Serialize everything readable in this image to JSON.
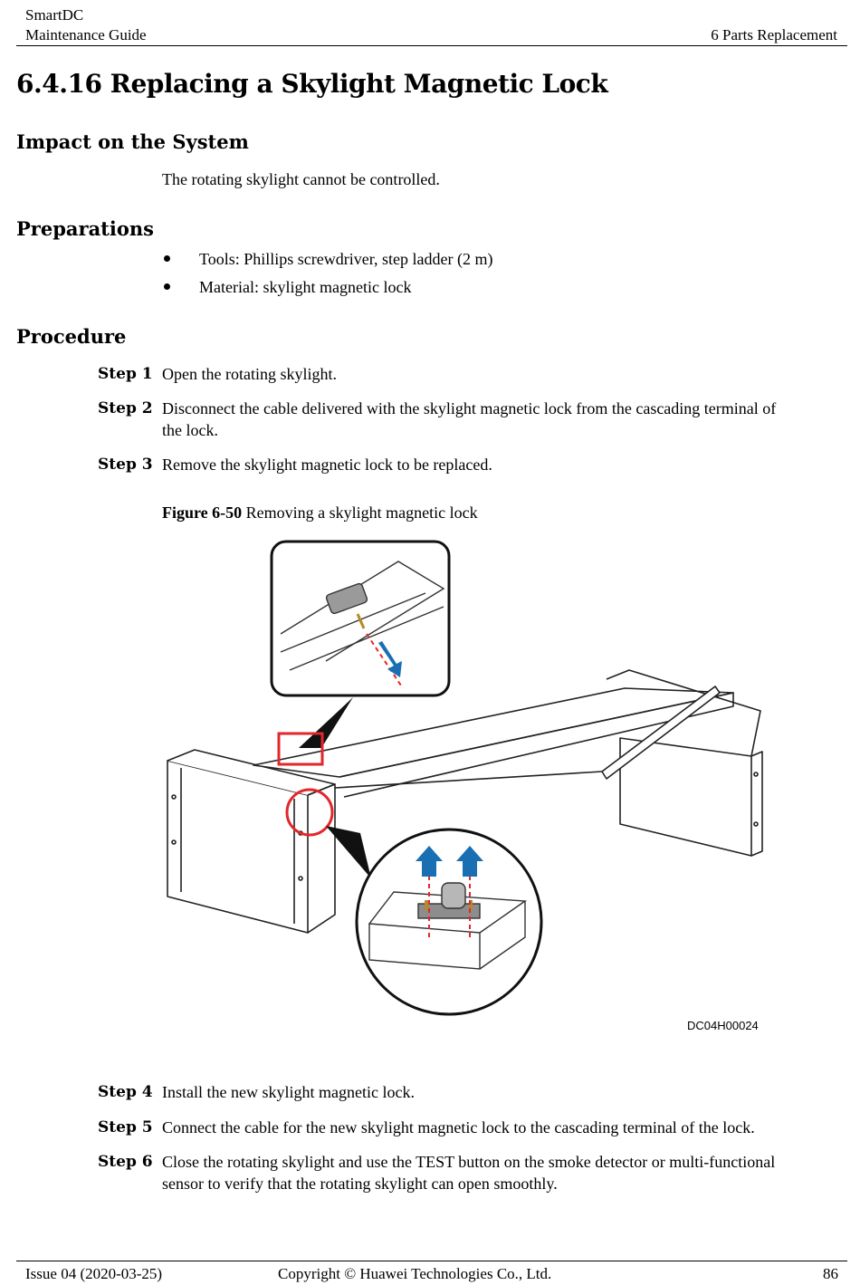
{
  "header": {
    "product": "SmartDC",
    "doc": "Maintenance Guide",
    "chapter": "6 Parts Replacement"
  },
  "title": "6.4.16 Replacing a Skylight Magnetic Lock",
  "sections": {
    "impact": {
      "heading": "Impact on the System",
      "text": "The rotating skylight cannot be controlled."
    },
    "preparations": {
      "heading": "Preparations",
      "bullets": [
        "Tools: Phillips screwdriver, step ladder (2 m)",
        "Material: skylight magnetic lock"
      ]
    },
    "procedure": {
      "heading": "Procedure",
      "steps": [
        {
          "label": "Step 1",
          "text": "Open the rotating skylight."
        },
        {
          "label": "Step 2",
          "text_line1": "Disconnect the cable delivered with the skylight magnetic lock from the cascading terminal of",
          "text_line2": "the lock."
        },
        {
          "label": "Step 3",
          "text": "Remove the skylight magnetic lock to be replaced."
        },
        {
          "label": "Step 4",
          "text": "Install the new skylight magnetic lock."
        },
        {
          "label": "Step 5",
          "text": "Connect the cable for the new skylight magnetic lock to the cascading terminal of the lock."
        },
        {
          "label": "Step 6",
          "text_line1": "Close the rotating skylight and use the TEST button on the smoke detector or multi-functional",
          "text_line2": "sensor to verify that the rotating skylight can open smoothly."
        }
      ]
    }
  },
  "figure": {
    "label": "Figure 6-50",
    "caption": "Removing a skylight magnetic lock",
    "code": "DC04H00024"
  },
  "footer": {
    "issue": "Issue 04 (2020-03-25)",
    "copyright": "Copyright © Huawei Technologies Co., Ltd.",
    "page": "86"
  },
  "colors": {
    "arrow_blue": "#1a6fb3",
    "callout_red": "#e3262b"
  }
}
